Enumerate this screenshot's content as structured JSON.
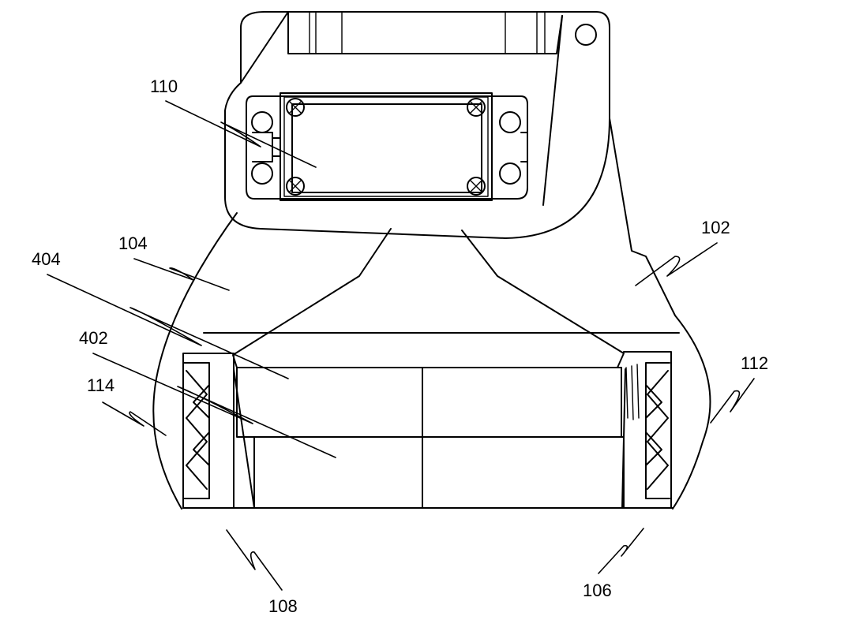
{
  "labels": {
    "ref_110": "110",
    "ref_104": "104",
    "ref_102": "102",
    "ref_404": "404",
    "ref_402": "402",
    "ref_114": "114",
    "ref_112": "112",
    "ref_108": "108",
    "ref_106": "106"
  }
}
